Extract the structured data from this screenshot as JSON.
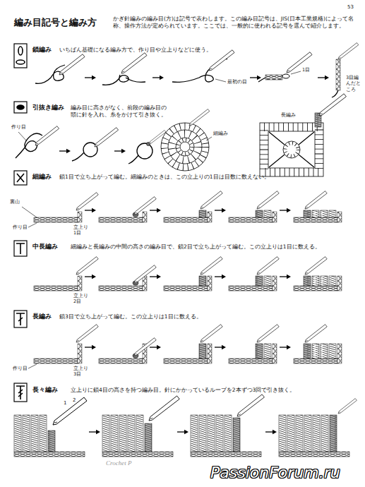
{
  "diagram": {
    "title": "編み目記号と編み方",
    "labels": [
      "53",
      "かぎ針編みの編み目(方)は記号で表わします。この編み目記号は、JIS(日本工業規格)によって名称、操作方法が定められています。ここでは、一般的に使われる記号を選んで紹介します。",
      "鎖編み",
      "いちばん基礎になる編み方で、作り目や立上りなどに使う。",
      "最初の目",
      "1目",
      "3目編んだところ",
      "引抜き編み",
      "編み目に高さがなく、前段の編み目の頭に針を入れ、糸をかけて引き抜く。",
      "作り目",
      "細編み",
      "長編み",
      "細編み",
      "鎖1目で立ち上がって編む。細編みのときは、この立上りの1目は目数に数えない。",
      "裏山",
      "立上り 1目",
      "作り目",
      "中長編み",
      "細編みと長編みの中間の高さの編み目で、鎖2目で立ち上がって編む。この立上りは1目に数える。",
      "立上り 2目",
      "長編み",
      "鎖3目で立ち上がって編む。この立上りは1目に数える。",
      "立上り 3目",
      "作り目",
      "長々編み",
      "立上りに鎖4目の高さを持つ編み目。針にかかっているループを2本ずつ3回で引き抜く。",
      "1",
      "2",
      "Crochet P",
      "PassionForum.ru"
    ]
  }
}
